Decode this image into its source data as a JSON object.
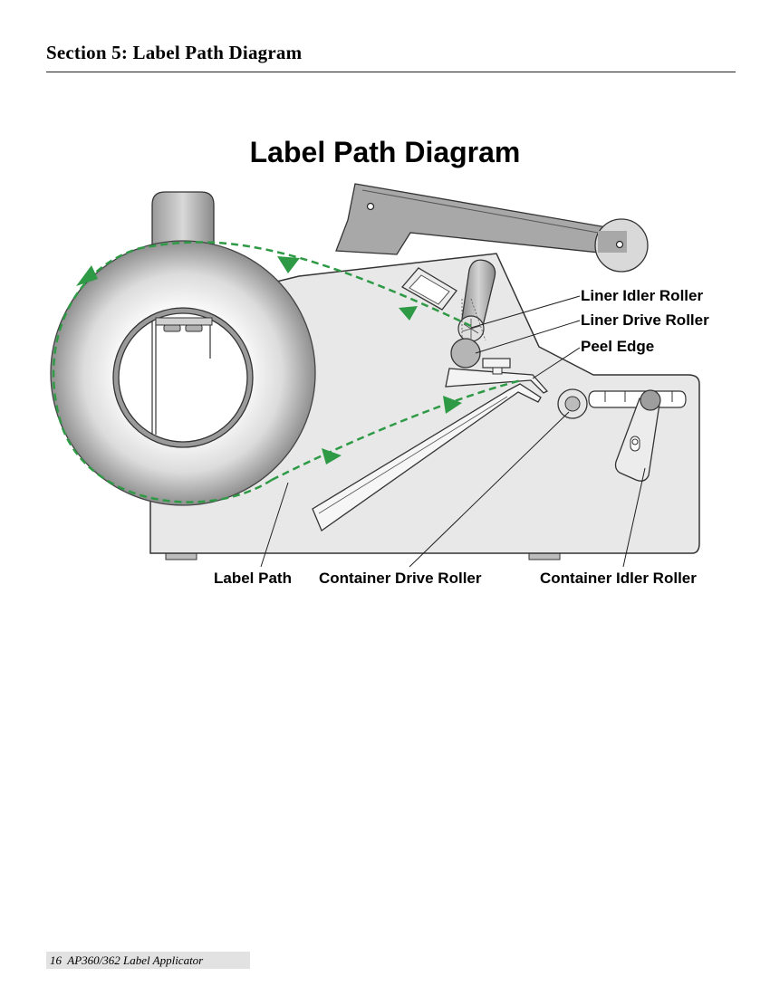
{
  "header": {
    "section_title": "Section 5: Label Path Diagram"
  },
  "diagram": {
    "title": "Label Path Diagram",
    "callouts": {
      "liner_idler_roller": "Liner Idler Roller",
      "liner_drive_roller": "Liner Drive Roller",
      "peel_edge": "Peel Edge",
      "label_path": "Label Path",
      "container_drive_roller": "Container Drive Roller",
      "container_idler_roller": "Container Idler Roller"
    },
    "colors": {
      "label_path": "#2e9a45",
      "body_fill": "#e8e8e9",
      "outline": "#333333"
    }
  },
  "footer": {
    "text": "16  AP360/362 Label Applicator"
  }
}
